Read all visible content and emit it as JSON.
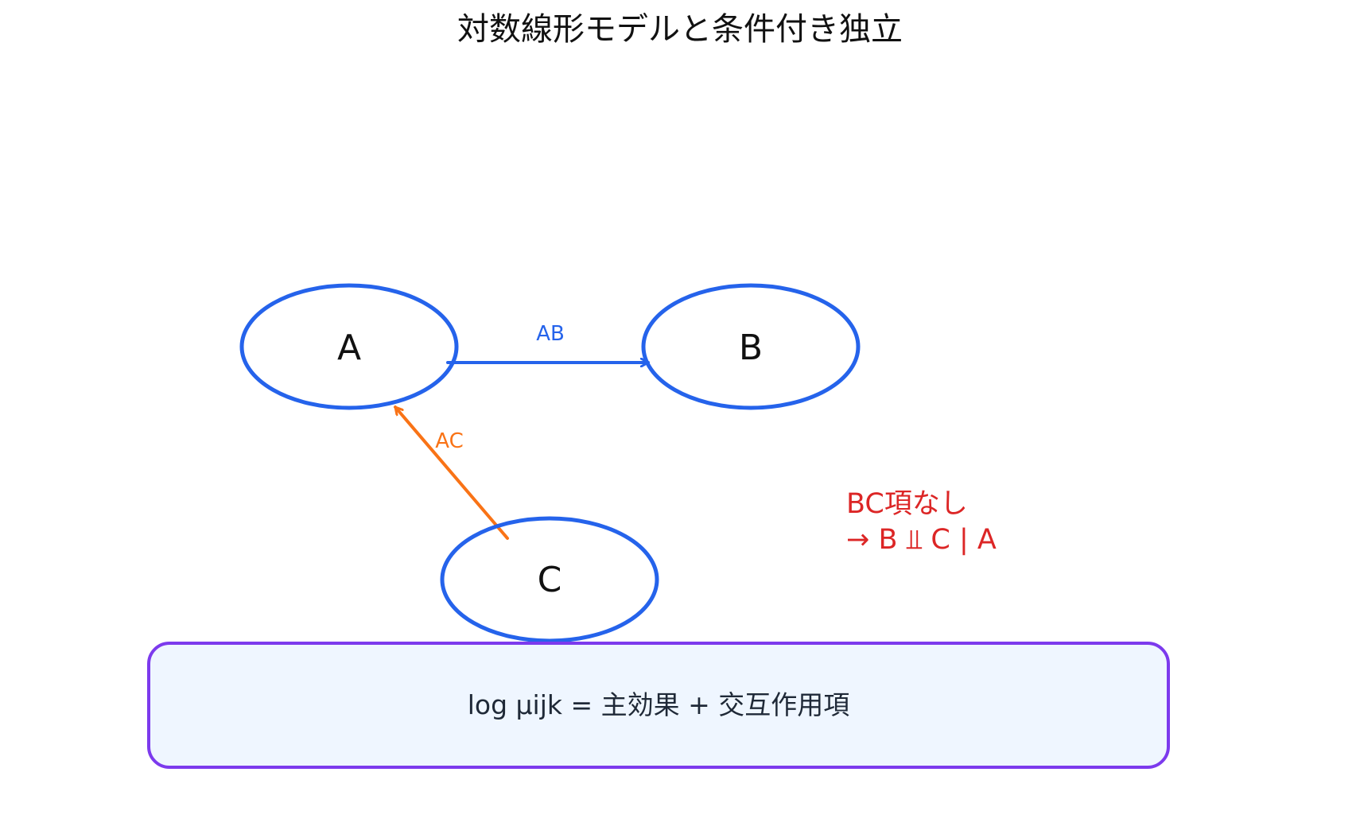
{
  "title": "対数線形モデルと条件付き独立",
  "colors": {
    "node_stroke": "#2563eb",
    "edge_ab": "#2563eb",
    "edge_ac": "#f97316",
    "note": "#dc2626",
    "formula_stroke": "#7c3aed",
    "formula_fill": "#eff6ff"
  },
  "nodes": [
    {
      "id": "A",
      "label": "A"
    },
    {
      "id": "B",
      "label": "B"
    },
    {
      "id": "C",
      "label": "C"
    }
  ],
  "edges": [
    {
      "id": "AB",
      "from": "A",
      "to": "B",
      "label": "AB"
    },
    {
      "id": "AC",
      "from": "C",
      "to": "A",
      "label": "AC"
    }
  ],
  "note": {
    "line1": "BC項なし",
    "line2": "→ B ⫫ C | A"
  },
  "formula": "log μijk = 主効果 + 交互作用項"
}
